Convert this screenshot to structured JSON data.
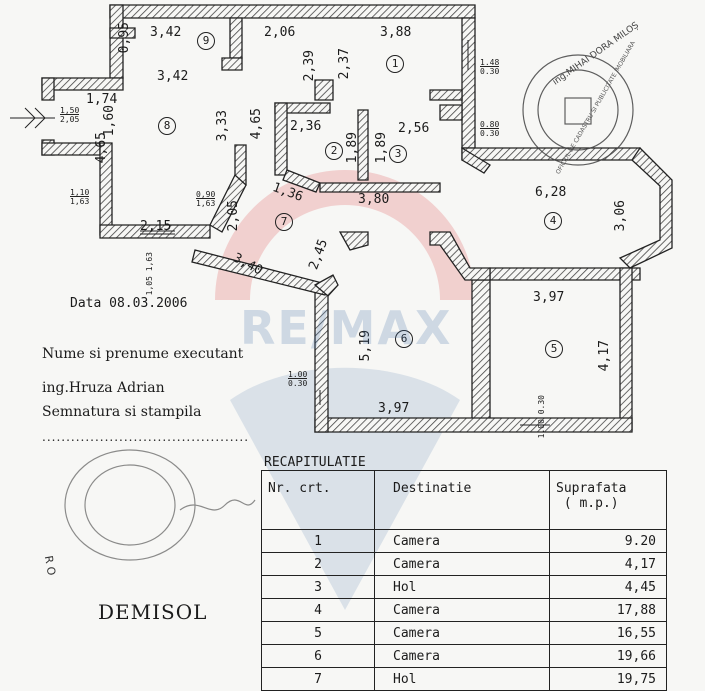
{
  "plan": {
    "dims": {
      "d095": "0,95",
      "d342a": "3,42",
      "d206": "2,06",
      "d388": "3,88",
      "d342b": "3,42",
      "d239": "2,39",
      "d237": "2,37",
      "d174": "1,74",
      "d160": "1,60",
      "d465a": "4,65",
      "d333": "3,33",
      "d465b": "4,65",
      "d236": "2,36",
      "d256": "2,56",
      "d189a": "1,89",
      "d189b": "1,89",
      "d136": "1,36",
      "d380": "3,80",
      "d205": "2,05",
      "d628": "6,28",
      "d306": "3,06",
      "d215": "2,15",
      "d340": "3,40",
      "d245": "2,45",
      "d397a": "3,97",
      "d519": "5,19",
      "d417": "4,17",
      "d397b": "3,97"
    },
    "fracs": {
      "f150_205": {
        "top": "1,50",
        "bottom": "2,05"
      },
      "f110_163": {
        "top": "1,10",
        "bottom": "1,63"
      },
      "f090_163": {
        "top": "0,90",
        "bottom": "1,63"
      },
      "f148_030": {
        "top": "1.48",
        "bottom": "0.30"
      },
      "f080_030": {
        "top": "0.80",
        "bottom": "0.30"
      },
      "f105_163": {
        "top": "1,05",
        "bottom": "1,63"
      },
      "f100_030a": {
        "top": "1.00",
        "bottom": "0.30"
      },
      "f100_030b": {
        "top": "1.00",
        "bottom": "0.30"
      }
    },
    "rooms": [
      "1",
      "2",
      "3",
      "4",
      "5",
      "6",
      "7",
      "8",
      "9"
    ]
  },
  "info": {
    "date_line": "Data 08.03.2006",
    "name_label": "Nume si prenume executant",
    "engineer": "ing.Hruza Adrian",
    "signature_label": "Semnatura si stampila",
    "dots": "...........................................",
    "level": "DEMISOL"
  },
  "watermark": {
    "brand": "RE/MAX"
  },
  "stamp": {
    "line1": "ing.MIHAI DORA MILOȘ",
    "line2": "OFICIUL DE CADASTRU SI PUBLICITATE IMOBILIARA",
    "marks": "R O"
  },
  "recap": {
    "title": "RECAPITULATIE",
    "headers": {
      "nr": "Nr. crt.",
      "dest": "Destinatie",
      "supr": "Suprafata",
      "unit": "( m.p.)"
    },
    "rows": [
      {
        "nr": "1",
        "dest": "Camera",
        "supr": "9.20"
      },
      {
        "nr": "2",
        "dest": "Camera",
        "supr": "4,17"
      },
      {
        "nr": "3",
        "dest": "Hol",
        "supr": "4,45"
      },
      {
        "nr": "4",
        "dest": "Camera",
        "supr": "17,88"
      },
      {
        "nr": "5",
        "dest": "Camera",
        "supr": "16,55"
      },
      {
        "nr": "6",
        "dest": "Camera",
        "supr": "19,66"
      },
      {
        "nr": "7",
        "dest": "Hol",
        "supr": "19,75"
      }
    ]
  },
  "colors": {
    "wall": "#222222",
    "hatch": "#555555",
    "watermark_red": "#e04a4a",
    "watermark_blue": "#3f6ea5",
    "stamp": "#444444"
  }
}
